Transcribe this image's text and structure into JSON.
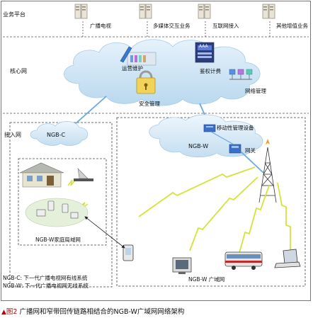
{
  "layers": {
    "business": "业务平台",
    "core": "核心网",
    "access": "接入网"
  },
  "services": [
    {
      "label": "广播电视"
    },
    {
      "label": "多媒体交互业务"
    },
    {
      "label": "互联网接入"
    },
    {
      "label": "其他增值业务"
    }
  ],
  "core_nodes": {
    "ops": "运营维护",
    "accounting": "鉴权计费",
    "security": "安全管理",
    "network_mgmt": "网络管理",
    "aaa_badge": "AAA"
  },
  "access": {
    "ngbc": "NGB-C",
    "ngbw": "NGB-W",
    "mobility": "移动性管理设备",
    "gateway": "网关",
    "home_net": "NGB-W家庭局域网",
    "wan": "NGB-W 广域网"
  },
  "legend": [
    "NGB-C: 下一代广播电视网有线系统",
    "NGB-W: 下一代广播电视网无线系统"
  ],
  "caption": {
    "marker": "▲",
    "figure": "图2",
    "text": "广播网和窄带回传链路相结合的NGB-W广域网网络架构"
  },
  "colors": {
    "cloud": "#c9e2f4",
    "lightning": "#d8e83a",
    "link": "#5aa7dc",
    "marker": "#c00000"
  }
}
